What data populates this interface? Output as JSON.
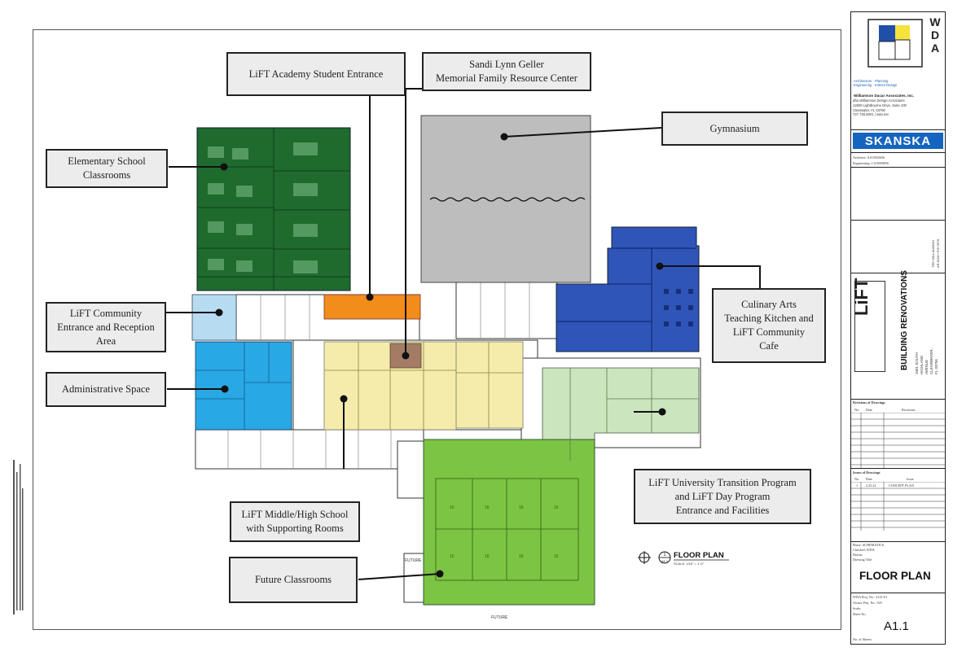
{
  "callouts": {
    "lift_academy": "LiFT Academy Student Entrance",
    "sandi_lynn": "Sandi Lynn Geller\nMemorial Family Resource Center",
    "gymnasium": "Gymnasium",
    "elementary": "Elementary School\nClassrooms",
    "community_entrance": "LiFT Community\nEntrance and Reception\nArea",
    "administrative": "Administrative Space",
    "culinary": "Culinary Arts\nTeaching Kitchen and\nLiFT Community\nCafe",
    "university": "LiFT University Transition Program\nand LiFT Day Program\nEntrance and Facilities",
    "middle_high": "LiFT Middle/High School\nwith Supporting Rooms",
    "future_classrooms": "Future Classrooms"
  },
  "plan": {
    "floor_plan_label": "FLOOR PLAN",
    "scale_label": "SCALE: 1/16\" = 1'-0\"",
    "key_number": "1",
    "key_sheet": "A1.1",
    "future_left": "FUTURE",
    "future_bottom": "FUTURE",
    "room_number": "16"
  },
  "title_block": {
    "logo_letters": [
      "W",
      "D",
      "A"
    ],
    "firm_tagline": "Architecture · Planning\nEngineering · Interior Design",
    "firm_name": "Williamson Dacar Associates, Inc.",
    "firm_sub": "dba Williamson Design Associates",
    "firm_address": "12600 Lightbourne Drive, Suite 100\nClearwater, FL 33760\n727.726.8001  |  wda.net",
    "contractor": "SKANSKA",
    "architect_line": "Architect:  AA  0002656",
    "engineering_line": "Engineering:  CA  0000856",
    "seal_text": "TED WILLIAMSON\nAR 8106  /  FID 9578",
    "project_title": "BUILDING RENOVATIONS",
    "project_address": "1001 SOUTH HIGHLAND AVENUE\nCLEARWATER, FL 33756",
    "project_logo": "LiFT",
    "revisions_title": "Revisions of Drawings",
    "rev_headers": [
      "No.",
      "Date",
      "Revisions"
    ],
    "issues_title": "Issues of Drawings",
    "issue_headers": [
      "No.",
      "Date",
      "Issue"
    ],
    "issue_row": [
      "1",
      "2.25.22",
      "CONCEPT PLAN"
    ],
    "phase_line": "Phase:  SCHEMATICS",
    "checked_line": "Checked:  WDA",
    "drawn_line": "Drawn:",
    "drawing_title_label": "Drawing Title",
    "drawing_title": "FLOOR PLAN",
    "wda_proj": "WDA Proj. No.:   2121-01",
    "owner_proj": "Owner Proj. No.:  NA",
    "scale_line": "Scale:",
    "sheet_no_label": "Sheet No.",
    "sheet_no": "A1.1",
    "num_sheets": "No. of Sheets:"
  },
  "colors": {
    "elementary": "#1f6b2e",
    "community": "#b7dcf2",
    "admin": "#29a8e6",
    "orange": "#f28c1a",
    "gym": "#bdbdbd",
    "culinary": "#2f55b8",
    "middle_high": "#f5ecab",
    "resource": "#a47c66",
    "university": "#cbe6be",
    "future": "#7cc443",
    "skanska": "#1565c0"
  }
}
